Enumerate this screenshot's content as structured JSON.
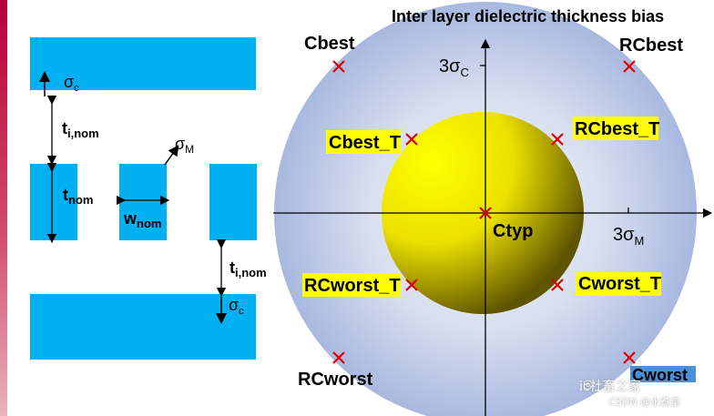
{
  "title": "Inter layer dielectric thickness bias",
  "left_labels": {
    "sigma_c": "σ",
    "sigma_c_sub": "c",
    "t_i_nom_top": "t",
    "t_i_nom_top_sub": "i,nom",
    "sigma_m": "σ",
    "sigma_m_sub": "M",
    "t_nom": "t",
    "t_nom_sub": "nom",
    "w_nom": "w",
    "w_nom_sub": "nom",
    "t_i_nom_bottom": "t",
    "t_i_nom_bottom_sub": "i,nom",
    "sigma_c_bottom": "σ",
    "sigma_c_bottom_sub": "c"
  },
  "axis_labels": {
    "y_tick": "3σ",
    "y_tick_sub": "C",
    "x_tick": "3σ",
    "x_tick_sub": "M"
  },
  "corners": {
    "cbest": "Cbest",
    "rcbest": "RCbest",
    "cbest_t": "Cbest_T",
    "rcbest_t": "RCbest_T",
    "ctyp": "Ctyp",
    "rcworst_t": "RCworst_T",
    "cworst_t": "Cworst_T",
    "rcworst": "RCworst",
    "cworst": "Cworst"
  },
  "watermark": {
    "main": "ic社畜之家",
    "sub": "CSDN @水煮皇"
  },
  "colors": {
    "metal": "#00b0f0",
    "highlight": "#ffff00",
    "marker": "#e00000",
    "outer_circle": "#c7d2ea",
    "inner_circle": "#ffff00"
  },
  "icons": {
    "logo": "wechat-icon"
  }
}
